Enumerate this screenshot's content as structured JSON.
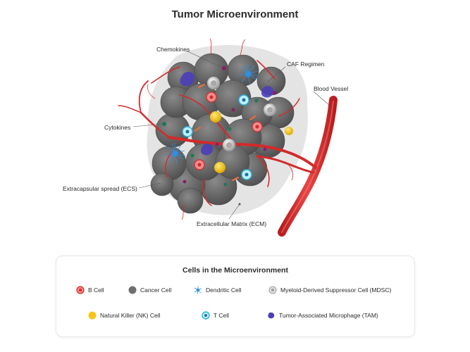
{
  "title": "Tumor Microenvironment",
  "labels": {
    "chemokines": "Chemokines",
    "caf": "CAF Regimen",
    "blood_vessel": "Blood Vessel",
    "cytokines": "Cytokines",
    "ecs": "Extracapsular spread (ECS)",
    "ecm": "Extracellular Matrix (ECM)"
  },
  "legend": {
    "title": "Cells in the Microenvironment",
    "items": [
      {
        "label": "B Cell",
        "icon": "b-cell-icon",
        "color": "#e8434f"
      },
      {
        "label": "Cancer Cell",
        "icon": "cancer-cell-icon",
        "color": "#6f6f6f"
      },
      {
        "label": "Dendritic Cell",
        "icon": "dendritic-cell-icon",
        "color": "#2f8fe0"
      },
      {
        "label": "Myeloid-Derived Suppressor Cell (MDSC)",
        "icon": "mdsc-icon",
        "color": "#bdbdbd"
      },
      {
        "label": "Natural Killer (NK) Cell",
        "icon": "nk-cell-icon",
        "color": "#f5c518"
      },
      {
        "label": "T Cell",
        "icon": "t-cell-icon",
        "color": "#27b4dc"
      },
      {
        "label": "Tumor-Associated Microphage (TAM)",
        "icon": "tam-icon",
        "color": "#4b3fb8"
      }
    ]
  },
  "colors": {
    "vessel": "#d42a2a",
    "ecm": "#e3e3e3",
    "tumor": "#6b6b6b",
    "chemokine_dot": "#8a1e6b",
    "cytokine_dot": "#1a7a55"
  }
}
